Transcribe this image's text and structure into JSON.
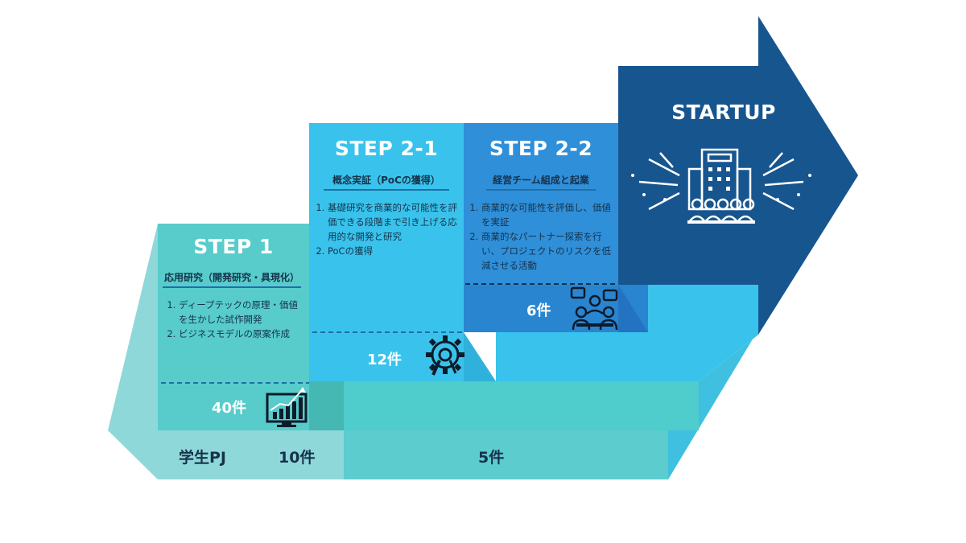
{
  "colors": {
    "base_light": "#8fd8d9",
    "base_mid": "#5ccccf",
    "step1": "#57cccb",
    "step21": "#39c3ec",
    "step22": "#2f8fd9",
    "startup": "#17558f",
    "dark_text": "#16324a"
  },
  "step1": {
    "title": "STEP 1",
    "subtitle": "応用研究（開発研究・具現化）",
    "items": [
      "ディープテックの原理・価値を生かした試作開発",
      "ビジネスモデルの原案作成"
    ],
    "count": "40件",
    "icon": "growth-chart-icon"
  },
  "step21": {
    "title": "STEP 2-1",
    "subtitle": "概念実証（PoCの獲得）",
    "items": [
      "基礎研究を商業的な可能性を評価できる段階まで引き上げる応用的な開発と研究",
      "PoCの獲得"
    ],
    "count": "12件",
    "icon": "gear-wrench-icon"
  },
  "step22": {
    "title": "STEP 2-2",
    "subtitle": "経営チーム組成と起業",
    "items": [
      "商業的な可能性を評価し、価値を実証",
      "商業的なパートナー探索を行い、プロジェクトのリスクを低減させる活動"
    ],
    "count": "6件",
    "icon": "team-meeting-icon"
  },
  "startup": {
    "title": "STARTUP",
    "icon": "office-building-people-icon"
  },
  "bottom": {
    "student_label": "学生PJ",
    "student_count": "10件",
    "right_count": "5件"
  }
}
